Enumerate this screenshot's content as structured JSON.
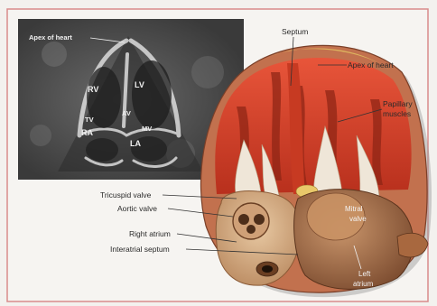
{
  "echo_labels": {
    "apex": "Apex of heart",
    "rv": "RV",
    "lv": "LV",
    "tv": "TV",
    "av": "AV",
    "mv": "MV",
    "ra": "RA",
    "la": "LA"
  },
  "anatomy_labels": {
    "septum": "Septum",
    "apex": "Apex of heart",
    "papillary_1": "Papillary",
    "papillary_2": "muscles",
    "tricuspid": "Tricuspid valve",
    "aortic": "Aortic valve",
    "right_atrium": "Right atrium",
    "interatrial": "Interatrial septum",
    "mitral_1": "Mitral",
    "mitral_2": "valve",
    "left_atrium_1": "Left",
    "left_atrium_2": "atrium"
  },
  "colors": {
    "frame": "#d98b8b",
    "echo_bg": "#404040",
    "muscle_red": "#d8402a",
    "tissue_tan": "#d9b38c"
  }
}
